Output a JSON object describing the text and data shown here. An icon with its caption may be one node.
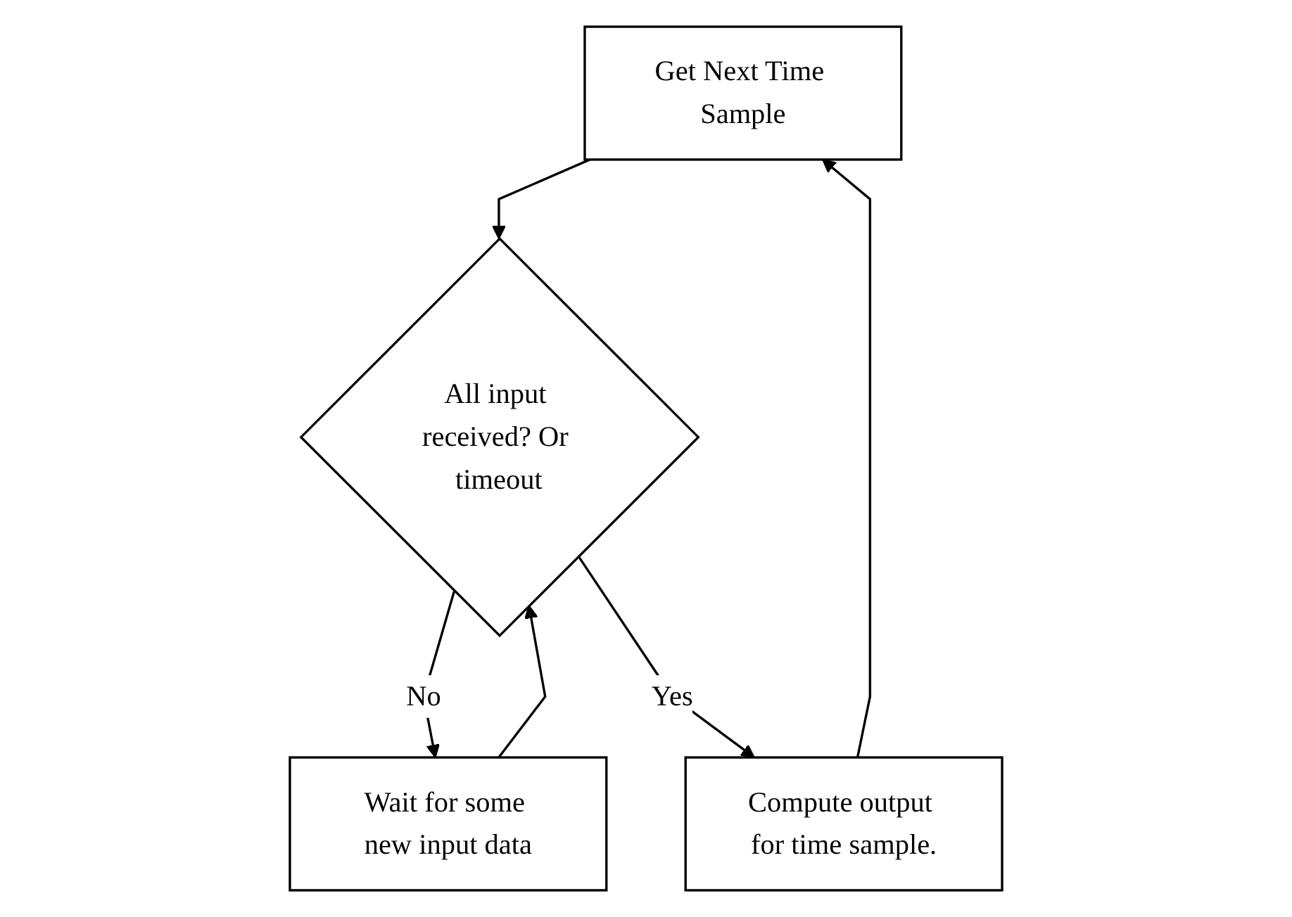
{
  "diagram": {
    "nodes": [
      {
        "text": [
          "Get Next Time Sample"
        ]
      },
      {
        "text": [
          "All input received? Or timeout"
        ]
      },
      {
        "text": [
          "Wait for some new input data"
        ]
      },
      {
        "text": [
          "Compute output for time sample."
        ]
      }
    ],
    "edges": [
      {
        "from": 0,
        "to": 1,
        "arrow": "to"
      },
      {
        "from": 1,
        "to": 2,
        "arrow": "to",
        "label": "No"
      },
      {
        "from": 2,
        "to": 1,
        "arrow": "to"
      },
      {
        "from": 1,
        "to": 3,
        "arrow": "to",
        "label": "Yes"
      },
      {
        "from": 3,
        "to": 0,
        "arrow": "to"
      }
    ]
  }
}
